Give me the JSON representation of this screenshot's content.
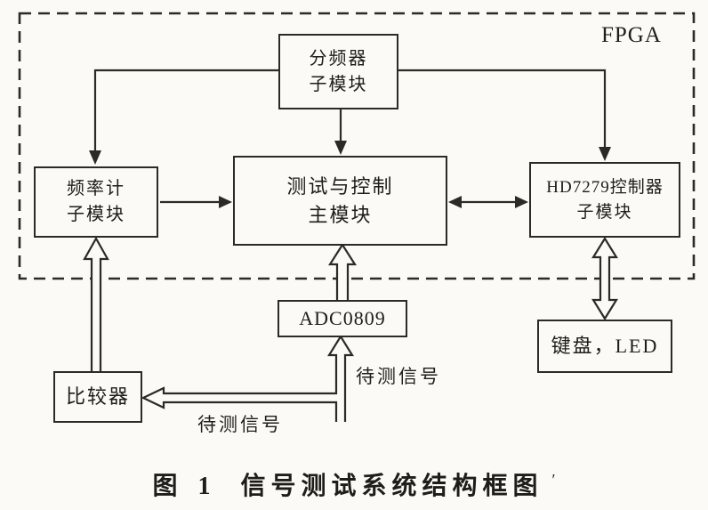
{
  "fpga_label": "FPGA",
  "boxes": {
    "divider": {
      "line1": "分频器",
      "line2": "子模块"
    },
    "freq_counter": {
      "line1": "频率计",
      "line2": "子模块"
    },
    "main_ctrl": {
      "line1": "测试与控制",
      "line2": "主模块"
    },
    "hd7279": {
      "line1": "HD7279控制器",
      "line2": "子模块"
    },
    "adc": {
      "label": "ADC0809"
    },
    "comparator": {
      "label": "比较器"
    },
    "keyboard_led": {
      "label": "键盘，LED"
    }
  },
  "signal_labels": {
    "near_adc": "待测信号",
    "near_comparator": "待测信号"
  },
  "caption": {
    "figure_no": "图 1",
    "title": "信号测试系统结构框图",
    "mark": "′"
  },
  "colors": {
    "line": "#2b2a27",
    "text": "#1f1d1a",
    "paper": "#fbfaf7"
  }
}
